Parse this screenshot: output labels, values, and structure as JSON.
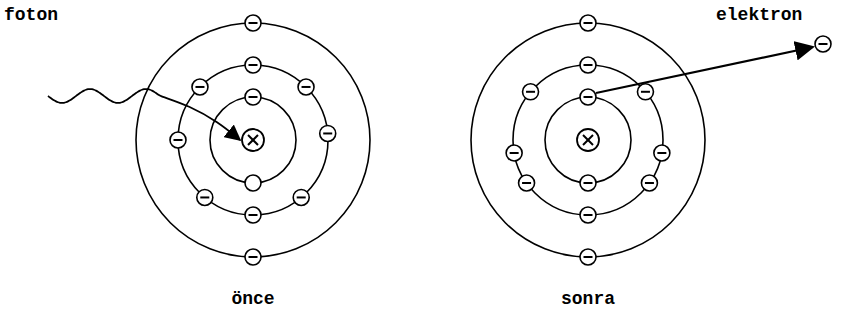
{
  "diagram": {
    "labels": [
      "foton",
      "elektron",
      "önce",
      "sonra"
    ]
  }
}
